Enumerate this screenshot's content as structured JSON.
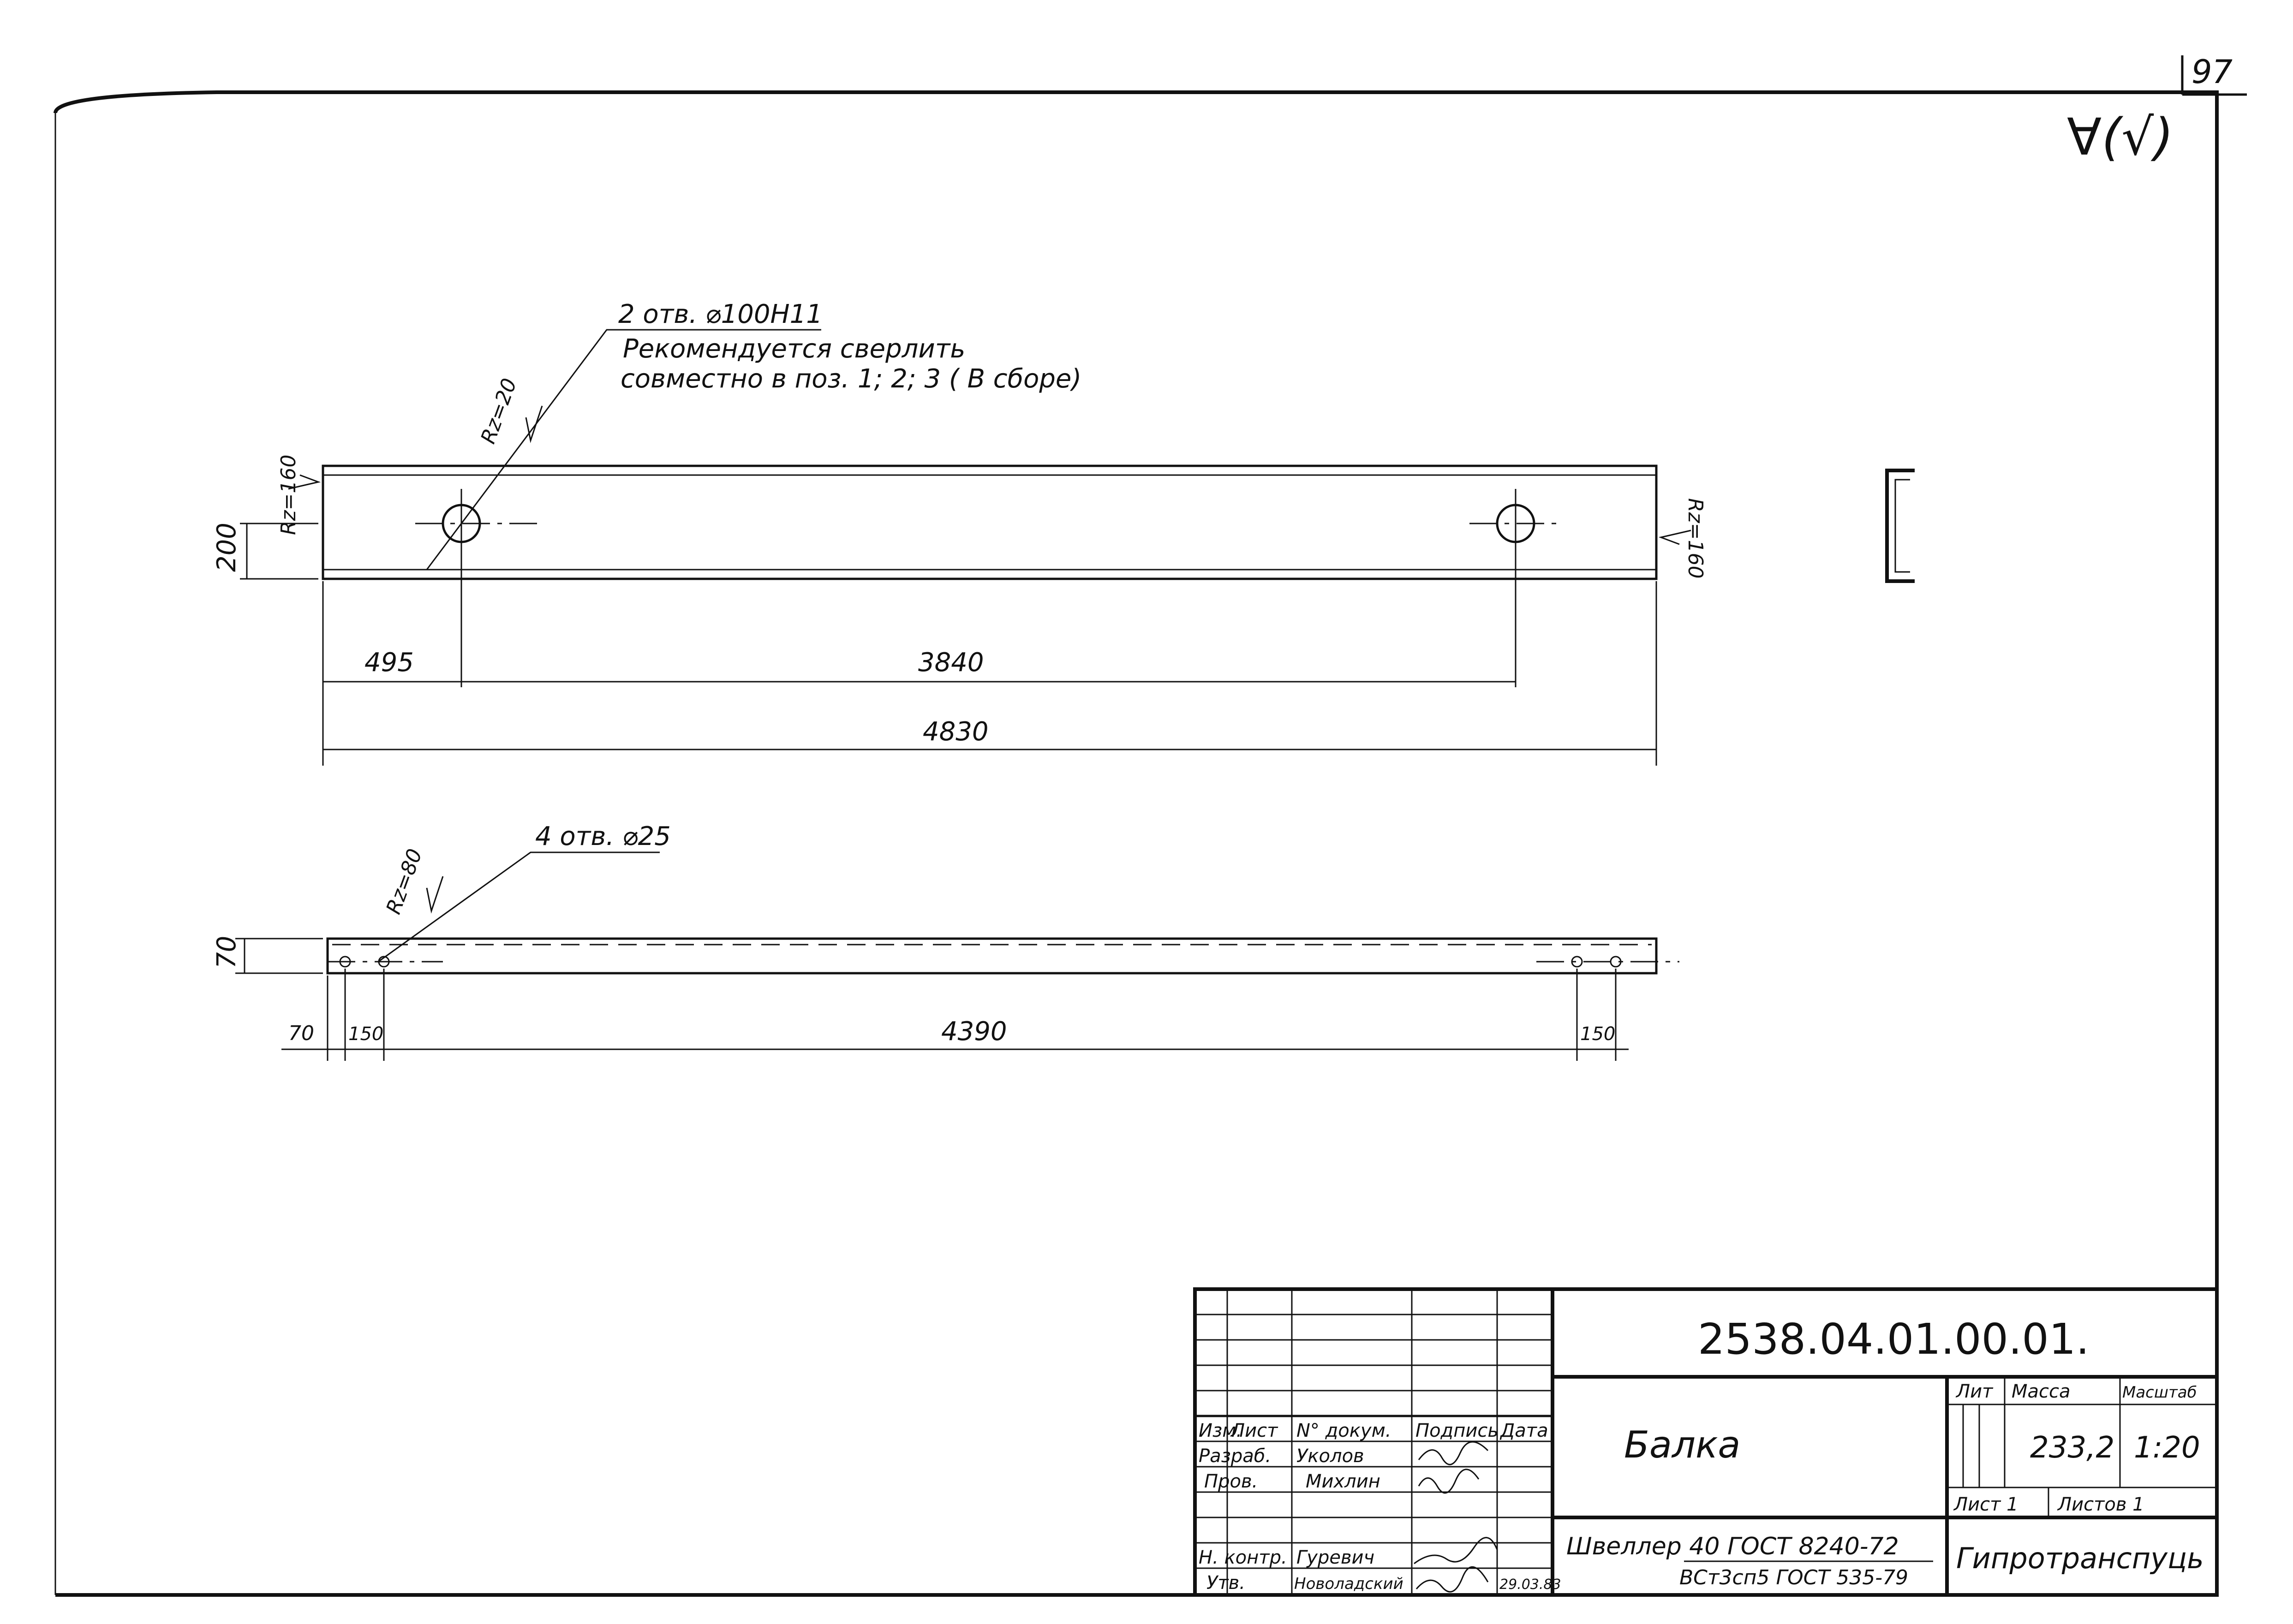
{
  "sheet_number": "97",
  "corner_mark": "∀(√)",
  "view_top": {
    "hole_callout": "2 отв. ⌀100Н11",
    "note_line1": "Рекомендуется сверлить",
    "note_line2": "совместно в поз. 1; 2; 3 ( В сборе)",
    "roughness_hole": "Rz=20",
    "roughness_left": "Rz=160",
    "roughness_right": "Rz=160",
    "dim_height": "200",
    "dim_offset": "495",
    "dim_spacing": "3840",
    "dim_total": "4830"
  },
  "view_bottom": {
    "hole_callout": "4 отв. ⌀25",
    "roughness": "Rz=80",
    "dim_height": "70",
    "dim_edge": "70",
    "dim_left_pitch": "150",
    "dim_span": "4390",
    "dim_right_pitch": "150"
  },
  "title_block": {
    "designation": "2538.04.01.00.01.",
    "part_name": "Балка",
    "material_line1": "Швеллер 40 ГОСТ 8240-72",
    "material_line2": "ВСт3сп5 ГОСТ 535-79",
    "organization": "Гипротранспуць",
    "col_headers": [
      "Изм.",
      "Лист",
      "N° докум.",
      "Подпись",
      "Дата"
    ],
    "role_developer": "Разраб.",
    "name_developer": "Уколов",
    "role_checker": "Пров.",
    "name_checker": "Михлин",
    "role_norm": "Н. контр.",
    "name_norm": "Гуревич",
    "role_approver": "Утв.",
    "name_approver": "Новоладский",
    "date_approved": "29.03.83",
    "header_lit": "Лит",
    "header_mass": "Масса",
    "header_scale": "Масштаб",
    "mass_value": "233,2",
    "scale_value": "1:20",
    "sheet_label": "Лист 1",
    "sheets_label": "Листов 1"
  }
}
